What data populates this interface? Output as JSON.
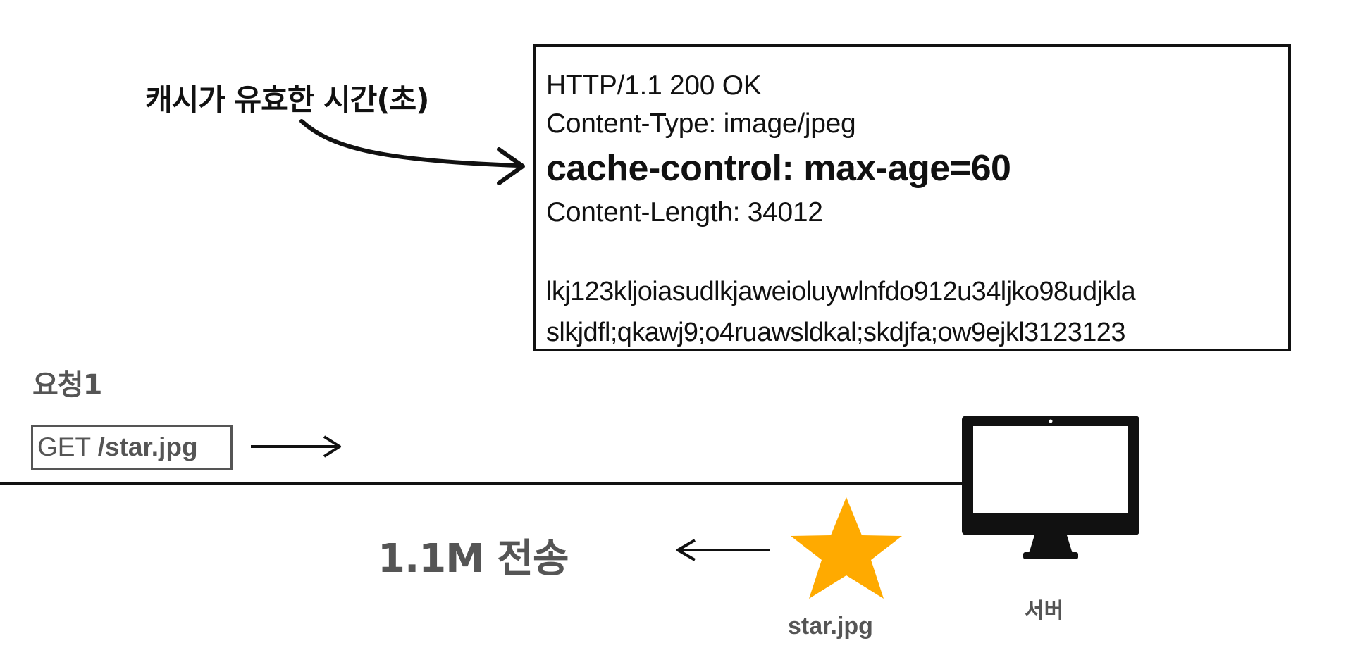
{
  "annotation": {
    "label": "캐시가 유효한 시간(초)"
  },
  "response": {
    "status_line": "HTTP/1.1 200 OK",
    "content_type": "Content-Type: image/jpeg",
    "cache_control": "cache-control: max-age=60",
    "content_length": "Content-Length: 34012",
    "body_line_1": "lkj123kljoiasudlkjaweioluywlnfdo912u34ljko98udjkla",
    "body_line_2": "slkjdfl;qkawj9;o4ruawsldkal;skdjfa;ow9ejkl3123123"
  },
  "request": {
    "title": "요청1",
    "method": "GET ",
    "path": "/star.jpg"
  },
  "transfer": {
    "label": "1.1M 전송"
  },
  "resource": {
    "filename": "star.jpg",
    "star_color": "#FFAA00"
  },
  "server": {
    "label": "서버",
    "icon": "monitor-icon"
  },
  "colors": {
    "ink": "#111111",
    "muted": "#555555"
  }
}
